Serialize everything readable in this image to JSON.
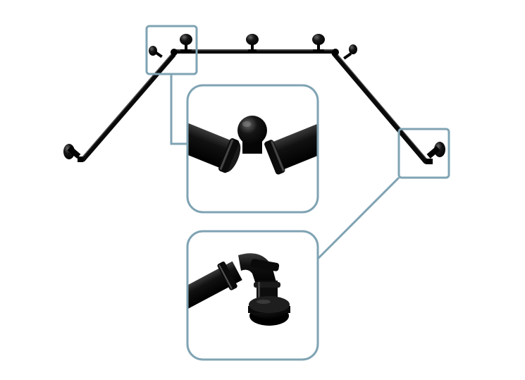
{
  "product": {
    "subject": "bay-window-curtain-rod",
    "finish_color": "#0d0d0d",
    "callout_color": "#7fa3b3",
    "background_color": "#ffffff"
  },
  "callouts": [
    {
      "name": "corner-joint-detail",
      "icon": "ball-joint-icon"
    },
    {
      "name": "end-elbow-bracket-detail",
      "icon": "pipe-elbow-icon"
    }
  ]
}
